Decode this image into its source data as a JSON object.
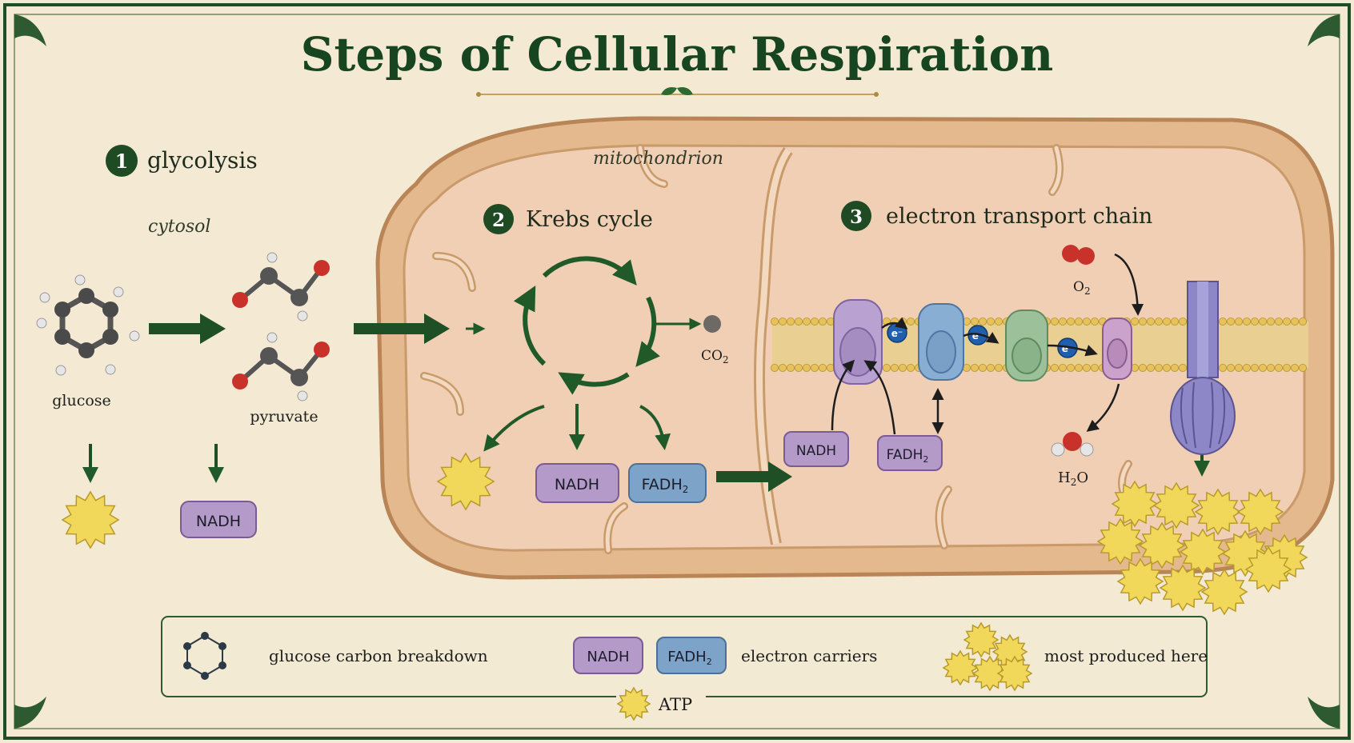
{
  "title": "Steps of Cellular Respiration",
  "steps": [
    {
      "number": "1",
      "label": "glycolysis"
    },
    {
      "number": "2",
      "label": "Krebs cycle"
    },
    {
      "number": "3",
      "label": "electron transport chain"
    }
  ],
  "locations": {
    "cytosol": "cytosol",
    "mitochondrion": "mitochondrion"
  },
  "molecules": {
    "glucose": "glucose",
    "pyruvate": "pyruvate",
    "co2": "CO",
    "co2_sub": "2",
    "o2": "O",
    "o2_sub": "2",
    "h2o_a": "H",
    "h2o_sub": "2",
    "h2o_b": "O"
  },
  "carriers": {
    "nadh": "NADH",
    "fadh": "FADH",
    "fadh_sub": "2",
    "electron": "e⁻"
  },
  "legend": {
    "carbon": "glucose carbon breakdown",
    "carriers": "electron carriers",
    "atp_note": "most produced here",
    "atp": "ATP"
  },
  "colors": {
    "title_green": "#17451f",
    "nadh_purple": "#b49ac8",
    "fadh_blue": "#7ea3c9",
    "atp_yellow": "#f1d75a",
    "membrane": "#e8c887"
  }
}
